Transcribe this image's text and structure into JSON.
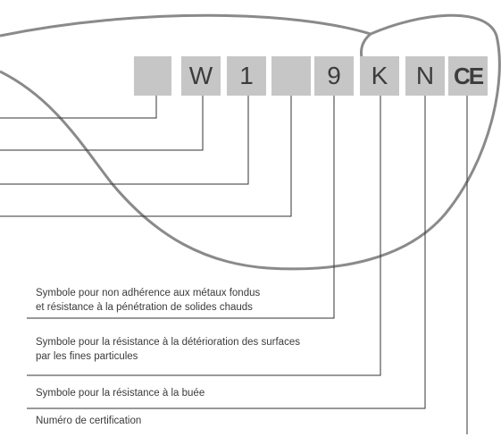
{
  "marking_boxes": [
    "",
    "W",
    "1",
    "",
    "9",
    "K",
    "N",
    "CE"
  ],
  "captions": [
    {
      "lines": [
        "Symbole pour non adhérence aux métaux fondus",
        "et résistance à la pénétration de solides chauds"
      ]
    },
    {
      "lines": [
        "Symbole pour la résistance à la détérioration des surfaces",
        "par les fines particules"
      ]
    },
    {
      "lines": [
        "Symbole pour la résistance à la buée"
      ]
    },
    {
      "lines": [
        "Numéro de certification"
      ]
    }
  ],
  "colors": {
    "box": "#c6c6c6",
    "lens_outline": "#8a8a8a",
    "line": "#333333",
    "text": "#3a3a3a"
  }
}
